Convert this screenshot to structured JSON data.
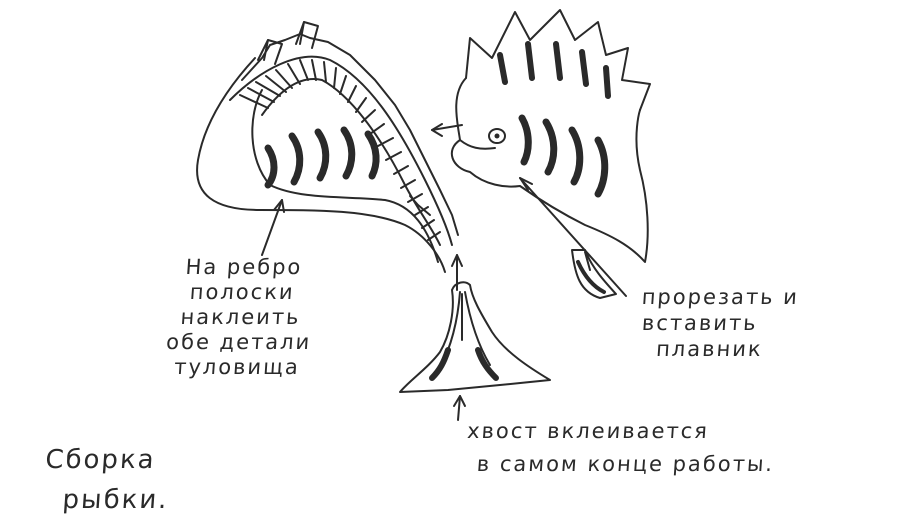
{
  "labels": {
    "rib_strips": [
      "На ребро",
      "полоски",
      "наклеить",
      "обе детали",
      "туловища"
    ],
    "fin": [
      "прорезать и",
      "вставить",
      "плавник"
    ],
    "tail": [
      "хвост вклеивается",
      "в самом  конце работы."
    ],
    "title": [
      "Сборка",
      "рыбки."
    ]
  },
  "colors": {
    "ink": "#2a2a2a",
    "background": "#ffffff"
  }
}
